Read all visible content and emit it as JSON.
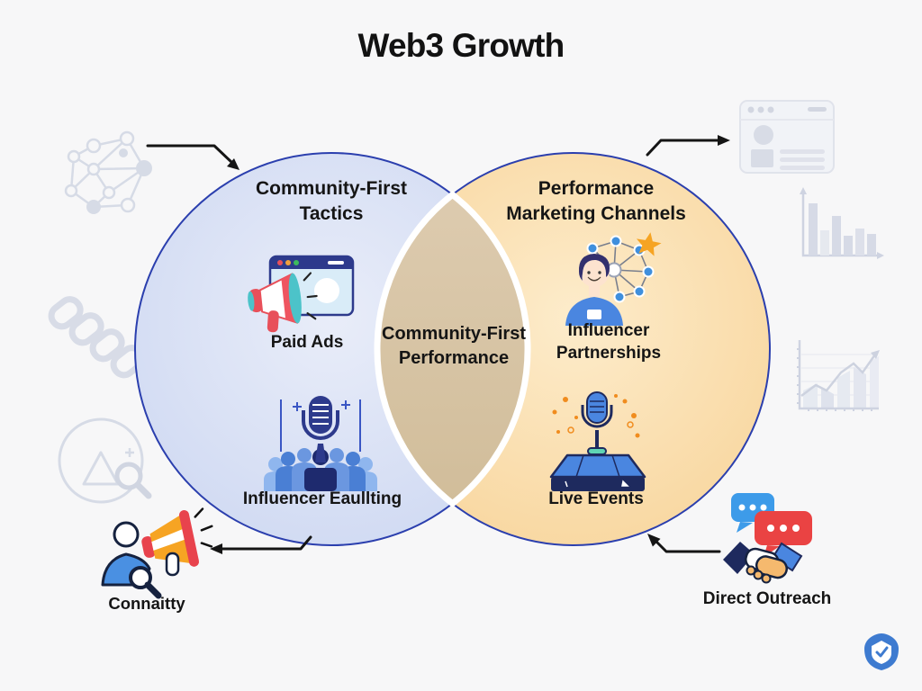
{
  "title": "Web3 Growth",
  "venn": {
    "left": {
      "heading_line1": "Community-First",
      "heading_line2": "Tactics",
      "items": [
        {
          "label": "Paid Ads",
          "icon": "browser-megaphone-icon"
        },
        {
          "label": "Influencer Eaullting",
          "icon": "microphone-crowd-icon"
        }
      ],
      "fill": "#d2dcf4",
      "border": "#2b3fae"
    },
    "right": {
      "heading_line1": "Performance",
      "heading_line2": "Marketing Channels",
      "items": [
        {
          "label_line1": "Influencer",
          "label_line2": "Partnerships",
          "icon": "person-network-star-icon"
        },
        {
          "label": "Live Events",
          "icon": "stage-microphone-icon"
        }
      ],
      "fill": "#fadcaa",
      "border": "#2b3fae"
    },
    "overlap": {
      "label_line1": "Community-First",
      "label_line2": "Performance",
      "fill": "#d8c4a4"
    }
  },
  "callouts": {
    "bottom_left": {
      "label": "Connaitty",
      "icon": "person-megaphone-magnifier-icon"
    },
    "bottom_right": {
      "label": "Direct Outreach",
      "icon": "handshake-chat-bubbles-icon"
    }
  },
  "decorations": {
    "top_left": "network-graph-icon",
    "mid_left": "chain-links-icon",
    "lower_left": "triangle-magnifier-icon",
    "top_right": "browser-window-icon",
    "right_upper": "bar-chart-icon",
    "right_lower": "area-chart-icon",
    "corner_logo": "shield-check-logo"
  },
  "palette": {
    "navy": "#2d3a8c",
    "blue": "#4a86e0",
    "orange": "#f6a423",
    "red": "#e8434d",
    "teal": "#4cc3c9",
    "text": "#151515",
    "background": "#f7f7f8",
    "faint_icon": "#ccd2e0"
  }
}
